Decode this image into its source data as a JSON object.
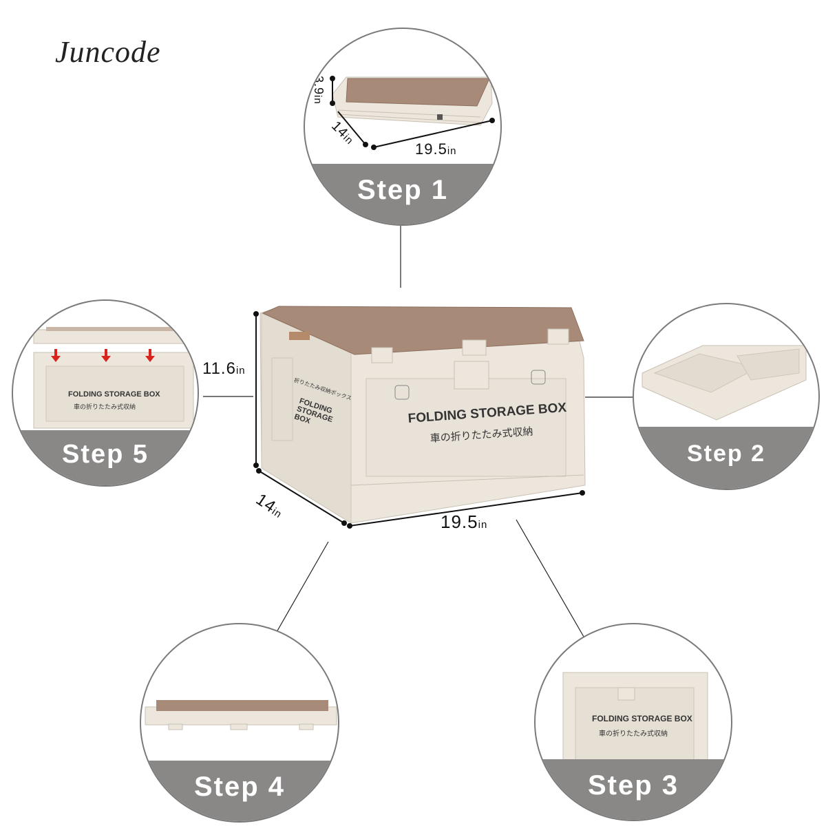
{
  "brand": {
    "logo_text": "Juncode"
  },
  "steps": [
    {
      "label": "Step 1"
    },
    {
      "label": "Step 2"
    },
    {
      "label": "Step 3"
    },
    {
      "label": "Step 4"
    },
    {
      "label": "Step 5"
    }
  ],
  "dimensions": {
    "main_height_value": "11.6",
    "main_height_unit": "in",
    "main_depth_value": "14",
    "main_depth_unit": "in",
    "main_width_value": "19.5",
    "main_width_unit": "in",
    "folded_height_value": "3.9",
    "folded_height_unit": "in",
    "folded_depth_value": "14",
    "folded_depth_unit": "in",
    "folded_width_value": "19.5",
    "folded_width_unit": "in"
  },
  "box_labels": {
    "title": "FOLDING STORAGE BOX",
    "subtitle_jp": "車の折りたたみ式収納",
    "side_title": "FOLDING STORAGE BOX",
    "side_jp": "折りたたみ収納ボックス"
  },
  "colors": {
    "step_band": "#8a8887",
    "box_body": "#ece6dd",
    "wood_lid": "#a88a78",
    "arrow": "#d8241c"
  }
}
